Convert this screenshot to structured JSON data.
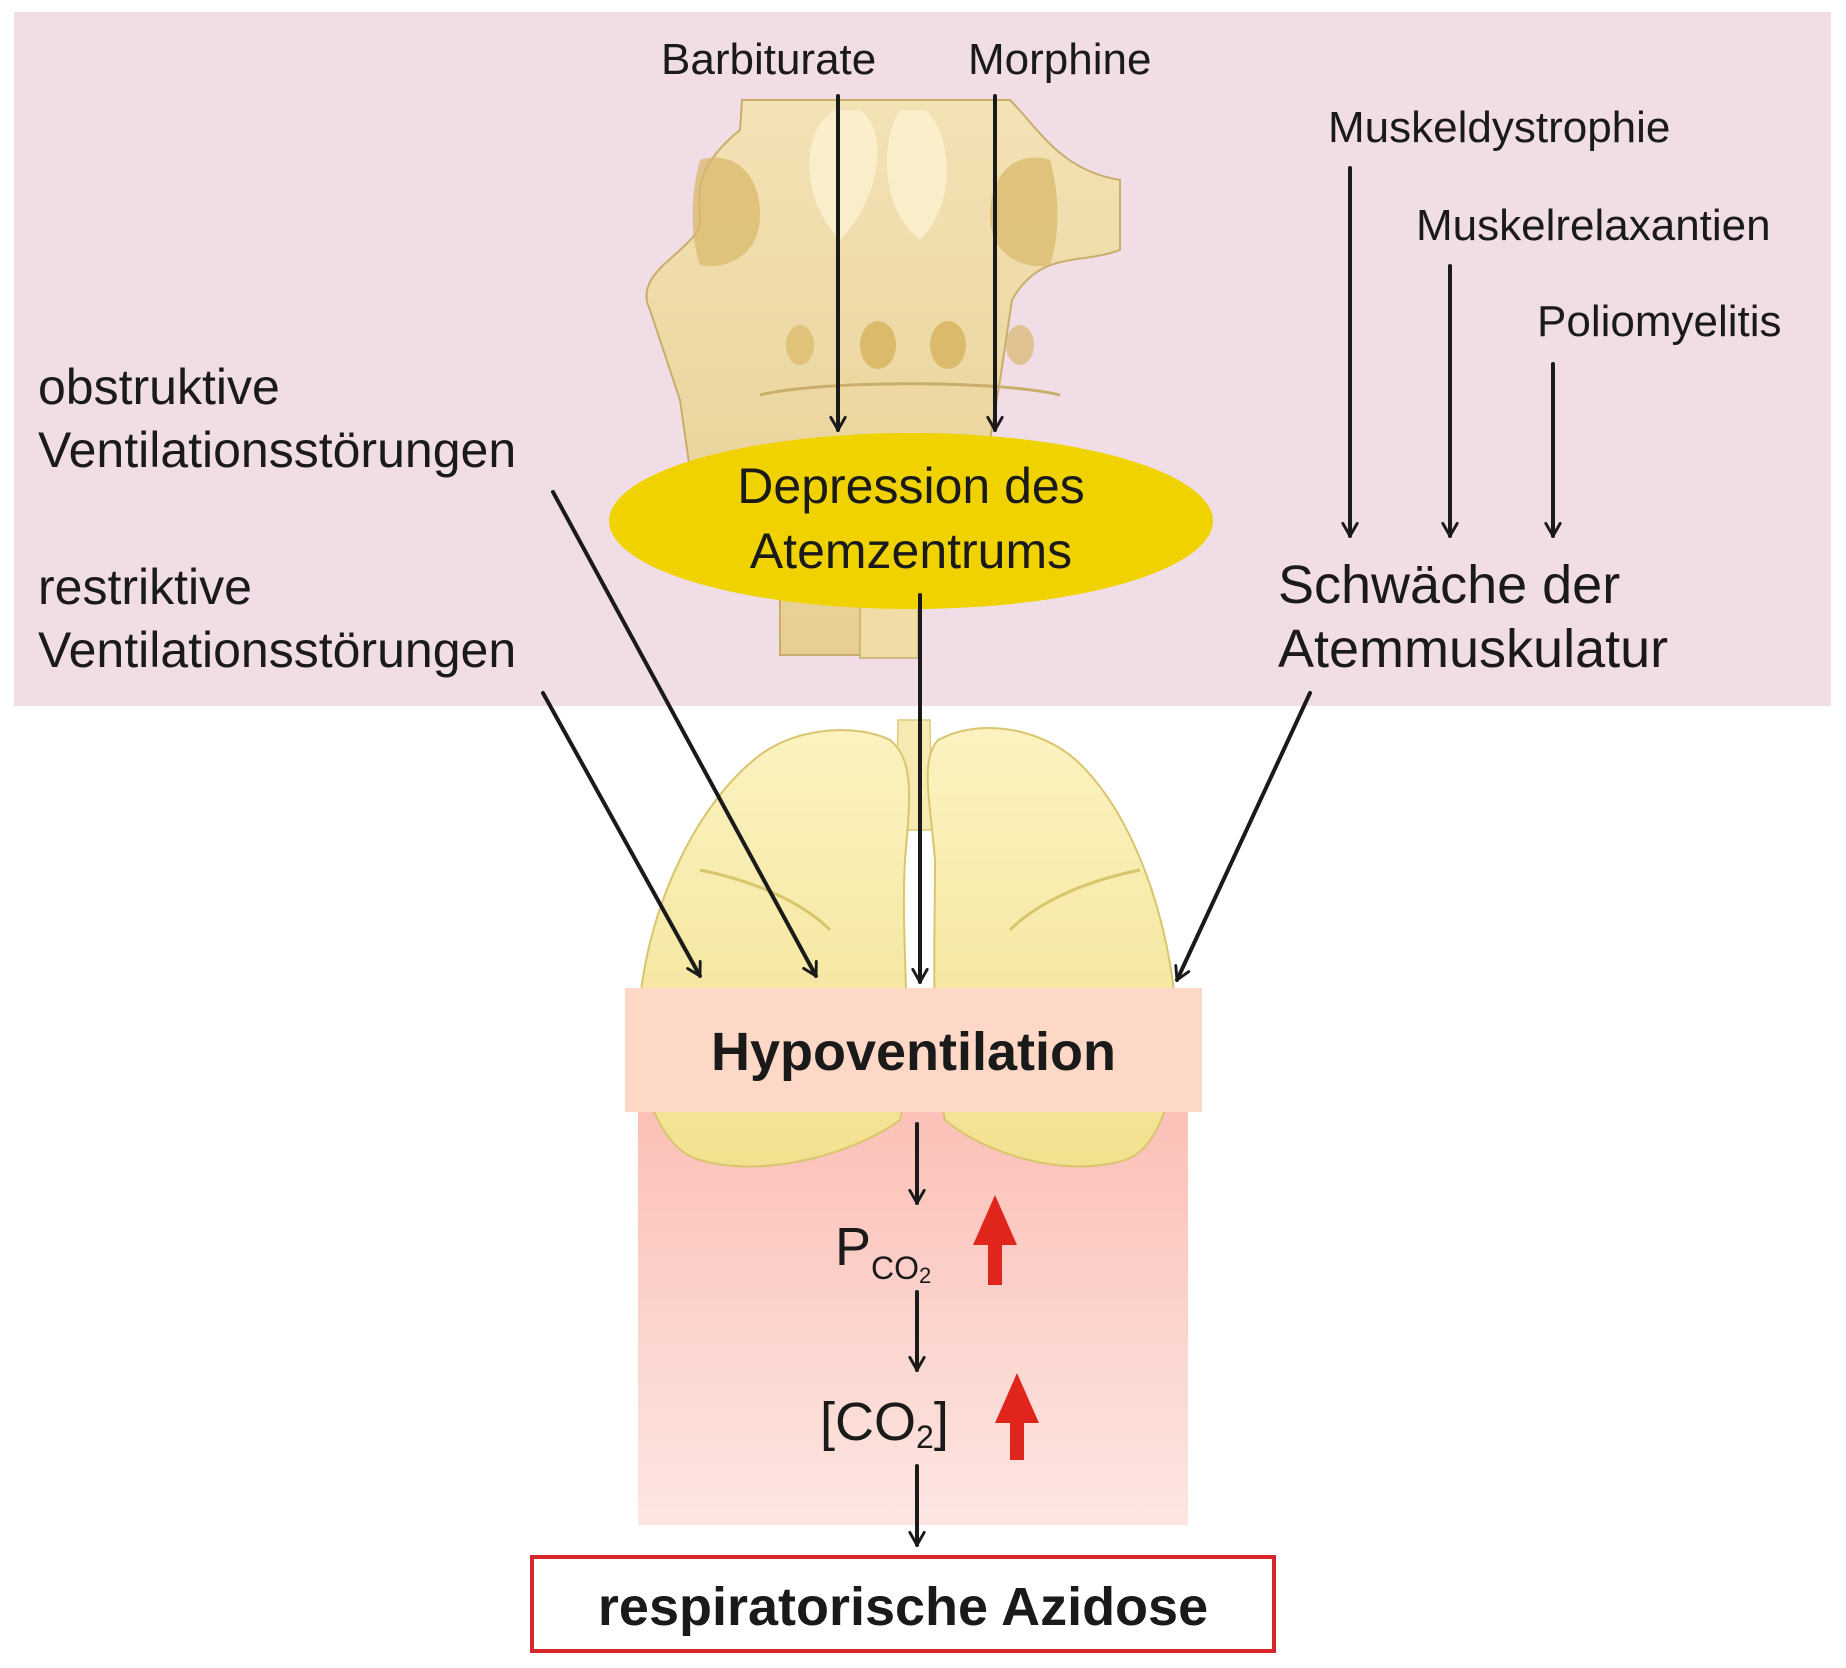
{
  "labels": {
    "barbiturate": "Barbiturate",
    "morphine": "Morphine",
    "muskeldystrophie": "Muskeldystrophie",
    "muskelrelaxantien": "Muskelrelaxantien",
    "poliomyelitis": "Poliomyelitis",
    "obstruktive_line1": "obstruktive",
    "obstruktive_line2": "Ventilationsstörungen",
    "restriktive_line1": "restriktive",
    "restriktive_line2": "Ventilationsstörungen",
    "depression_line1": "Depression des",
    "depression_line2": "Atemzentrums",
    "schwaeche_line1": "Schwäche der",
    "schwaeche_line2": "Atemmuskulatur",
    "hypoventilation": "Hypoventilation",
    "pco2_main": "P",
    "pco2_sub": "CO",
    "pco2_subsub": "2",
    "co2_open": "[CO",
    "co2_sub": "2",
    "co2_close": "]",
    "azidose": "respiratorische Azidose"
  },
  "colors": {
    "top_panel": "#f0dde6",
    "ellipse": "#f0d200",
    "hypo_box": "#fdd8c6",
    "gradient_top": "#fbbfb6",
    "gradient_bottom": "#fde6e2",
    "azidose_border": "#d6282a",
    "increase_arrow": "#e0251c",
    "arrow": "#1a1a1a"
  }
}
